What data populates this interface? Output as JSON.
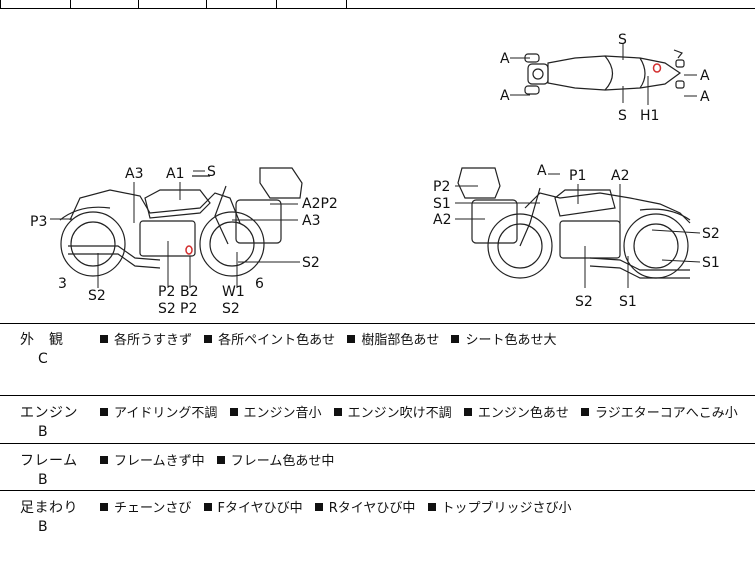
{
  "diagram": {
    "top_view_labels": [
      "S",
      "A",
      "A",
      "A",
      "A",
      "S",
      "H1"
    ],
    "left_view_labels": [
      "A3",
      "A1",
      "S",
      "P3",
      "A2P2",
      "A3",
      "3",
      "S2",
      "P2",
      "S2",
      "B2",
      "P2",
      "W1",
      "S2",
      "6",
      "S2"
    ],
    "right_view_labels": [
      "A",
      "P1",
      "A2",
      "P2",
      "S1",
      "A2",
      "S2",
      "S1",
      "S2",
      "S1"
    ]
  },
  "rows": [
    {
      "category": "外　観",
      "grade": "C",
      "items": [
        "各所うすきず",
        "各所ペイント色あせ",
        "樹脂部色あせ",
        "シート色あせ大"
      ]
    },
    {
      "category": "エンジン",
      "grade": "B",
      "items": [
        "アイドリング不調",
        "エンジン音小",
        "エンジン吹け不調",
        "エンジン色あせ",
        "ラジエターコアへこみ小"
      ]
    },
    {
      "category": "フレーム",
      "grade": "B",
      "items": [
        "フレームきず中",
        "フレーム色あせ中"
      ]
    },
    {
      "category": "足まわり",
      "grade": "B",
      "items": [
        "チェーンさび",
        "Fタイヤひび中",
        "Rタイヤひび中",
        "トップブリッジさび小"
      ]
    }
  ],
  "colors": {
    "line": "#000000",
    "text": "#111111",
    "damage_mark": "#d32f2f"
  }
}
